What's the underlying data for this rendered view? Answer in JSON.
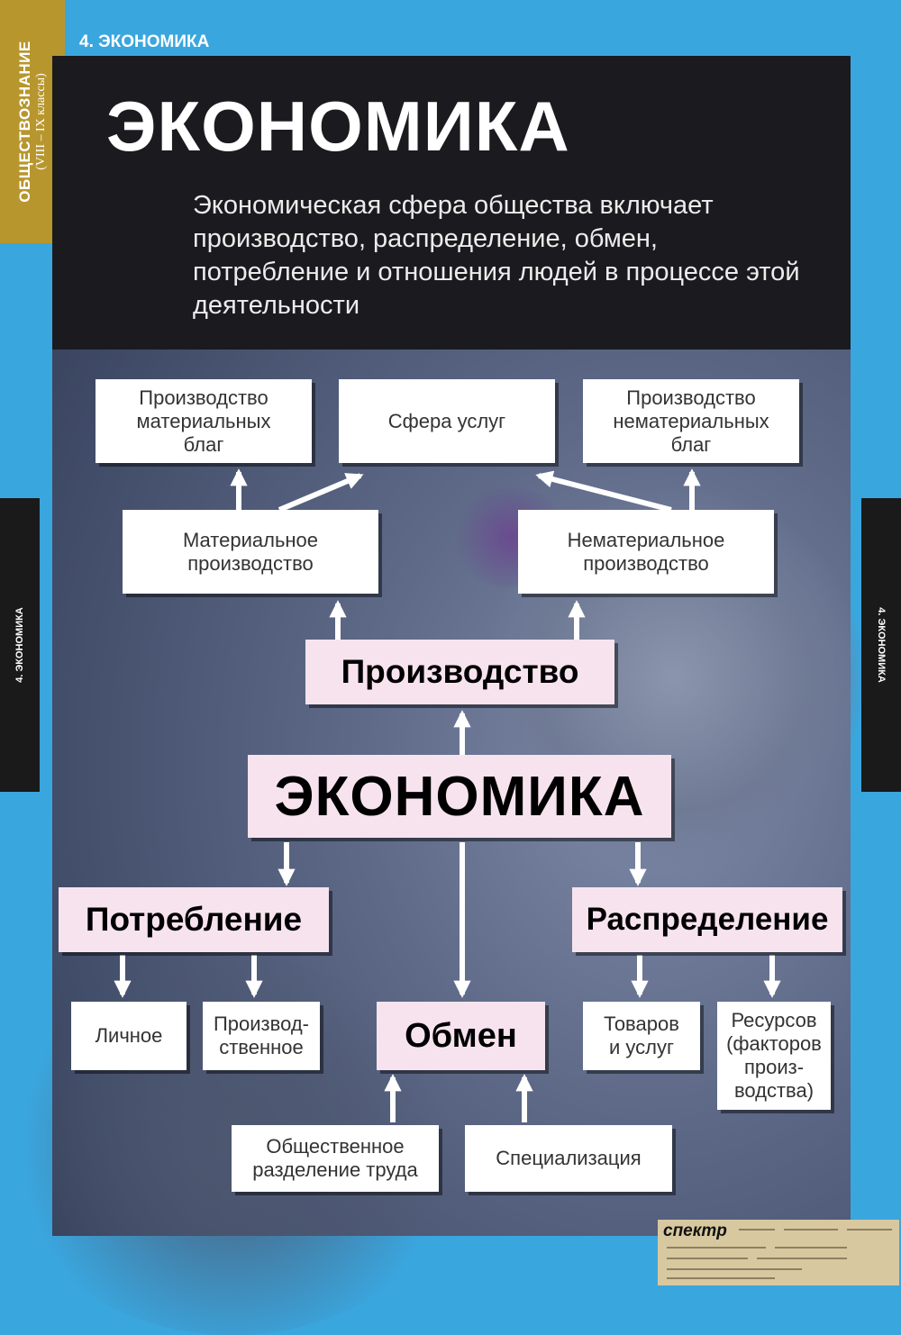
{
  "sidebar": {
    "subject": "ОБЩЕСТВОЗНАНИЕ",
    "grades": "(VIII – IX классы)"
  },
  "section_label": "4. ЭКОНОМИКА",
  "header": {
    "title": "ЭКОНОМИКА",
    "subtitle": "Экономическая сфера общества включает производство, распределение, обмен, потребление и отношения людей в процессе этой деятельности"
  },
  "side_tab_text": "4. ЭКОНОМИКА",
  "diagram": {
    "top_nodes": {
      "material_goods": "Производство\nматериальных\nблаг",
      "services": "Сфера услуг",
      "nonmaterial_goods": "Производство\nнематериальных\nблаг"
    },
    "material_production": "Материальное\nпроизводство",
    "nonmaterial_production": "Нематериальное\nпроизводство",
    "production": "Производство",
    "economy": "ЭКОНОМИКА",
    "consumption": "Потребление",
    "distribution": "Распределение",
    "consumption_children": {
      "personal": "Личное",
      "productive": "Производ-\nственное"
    },
    "exchange": "Обмен",
    "distribution_children": {
      "goods": "Товаров\nи услуг",
      "resources": "Ресурсов\n(факторов\nпроиз-\nводства)"
    },
    "exchange_children": {
      "division": "Общественное\nразделение труда",
      "specialization": "Специализация"
    }
  },
  "footer": {
    "logo": "спектр"
  },
  "colors": {
    "background": "#3aa6de",
    "accent_gold": "#b8962e",
    "pink_box": "#f7e3ee",
    "header_dark": "#1b1b1f"
  }
}
